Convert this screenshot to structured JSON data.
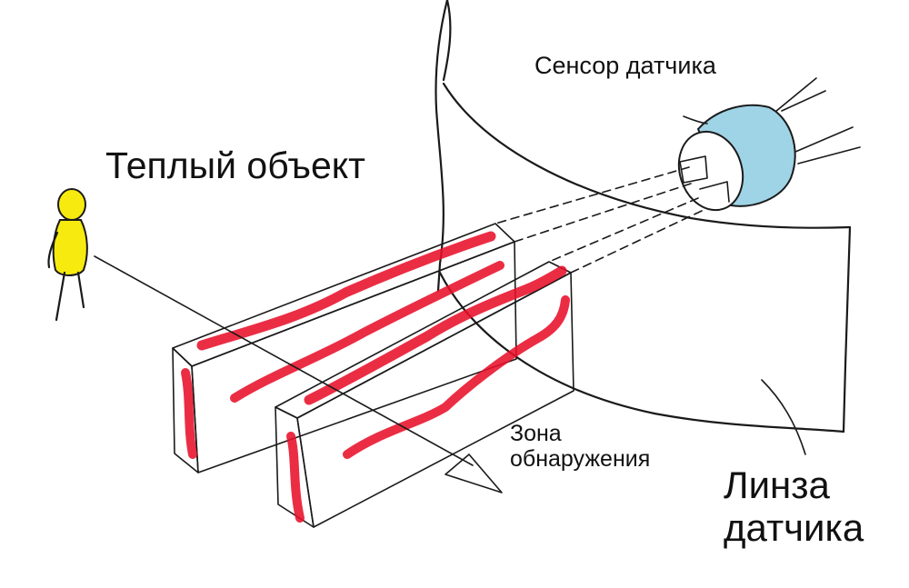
{
  "labels": {
    "warm_object": "Теплый объект",
    "sensor": "Сенсор датчика",
    "zone_line1": "Зона",
    "zone_line2": "обнаружения",
    "lens_line1": "Линза",
    "lens_line2": "датчика"
  },
  "colors": {
    "person_fill": "#f7ea0e",
    "sensor_fill": "#9fd3e6",
    "heat_stripe": "#e8102a",
    "ink": "#1a1a1a"
  }
}
